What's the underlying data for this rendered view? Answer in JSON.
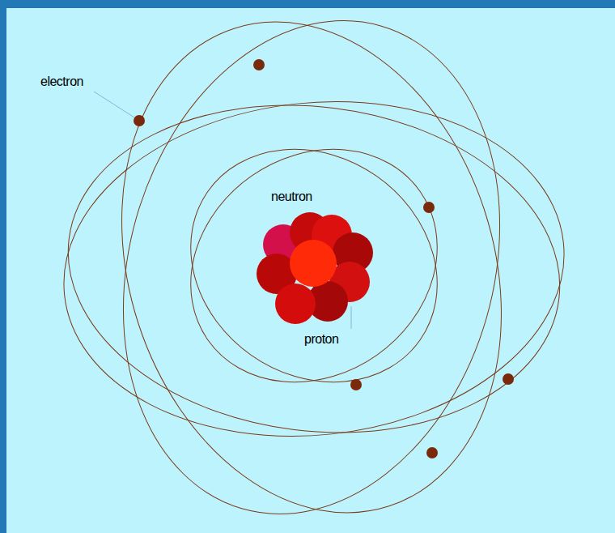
{
  "diagram": {
    "labels": [
      "electron",
      "neutron",
      "proton"
    ]
  }
}
